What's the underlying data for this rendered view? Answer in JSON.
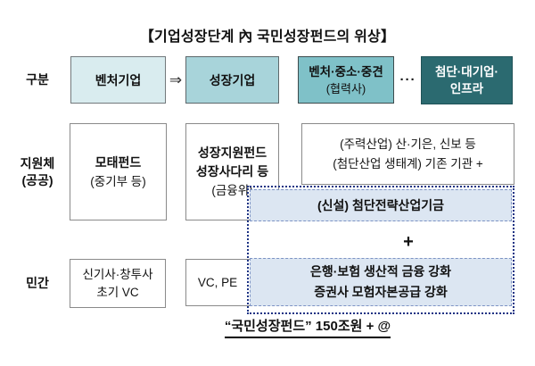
{
  "title": "【기업성장단계 內 국민성장펀드의 위상】",
  "row_labels": {
    "stages": "구분",
    "public_line1": "지원체",
    "public_line2": "(공공)",
    "private": "민간"
  },
  "stage_row": {
    "venture": "벤처기업",
    "arrow": "⇒",
    "growth": "성장기업",
    "mid_line1": "벤처·중소·중견",
    "mid_line2": "(협력사)",
    "ellipsis": "···",
    "advanced_line1": "첨단·대기업·",
    "advanced_line2": "인프라"
  },
  "public_row": {
    "fund1_line1": "모태펀드",
    "fund1_line2": "(중기부 등)",
    "fund2_line1": "성장지원펀드",
    "fund2_line2": "성장사다리 등",
    "fund2_line3": "(금융위)",
    "fund3_line1": "(주력산업) 산·기은, 신보 등",
    "fund3_line2": "(첨단산업 생태계) 기존 기관 +"
  },
  "private_row": {
    "box1_line1": "신기사·창투사",
    "box1_line2": "초기 VC",
    "box2": "VC, PE"
  },
  "national_fund_overlay": {
    "new_fund": "(신설) 첨단전략산업기금",
    "plus": "+",
    "private_fund_line1": "은행·보험 생산적 금융 강화",
    "private_fund_line2": "증권사 모험자본공급 강화"
  },
  "footer": "“국민성장펀드” 150조원 + @",
  "colors": {
    "stage_venture_bg": "#d9ecef",
    "stage_growth_bg": "#a8d4da",
    "stage_mid_bg": "#7fc1c8",
    "stage_advanced_bg": "#2b6a70",
    "stage_advanced_text": "#ffffff",
    "overlay_box_bg": "#dce6f2",
    "overlay_dotted_border": "#1d3384",
    "white_box_border": "#8a8a8a"
  }
}
